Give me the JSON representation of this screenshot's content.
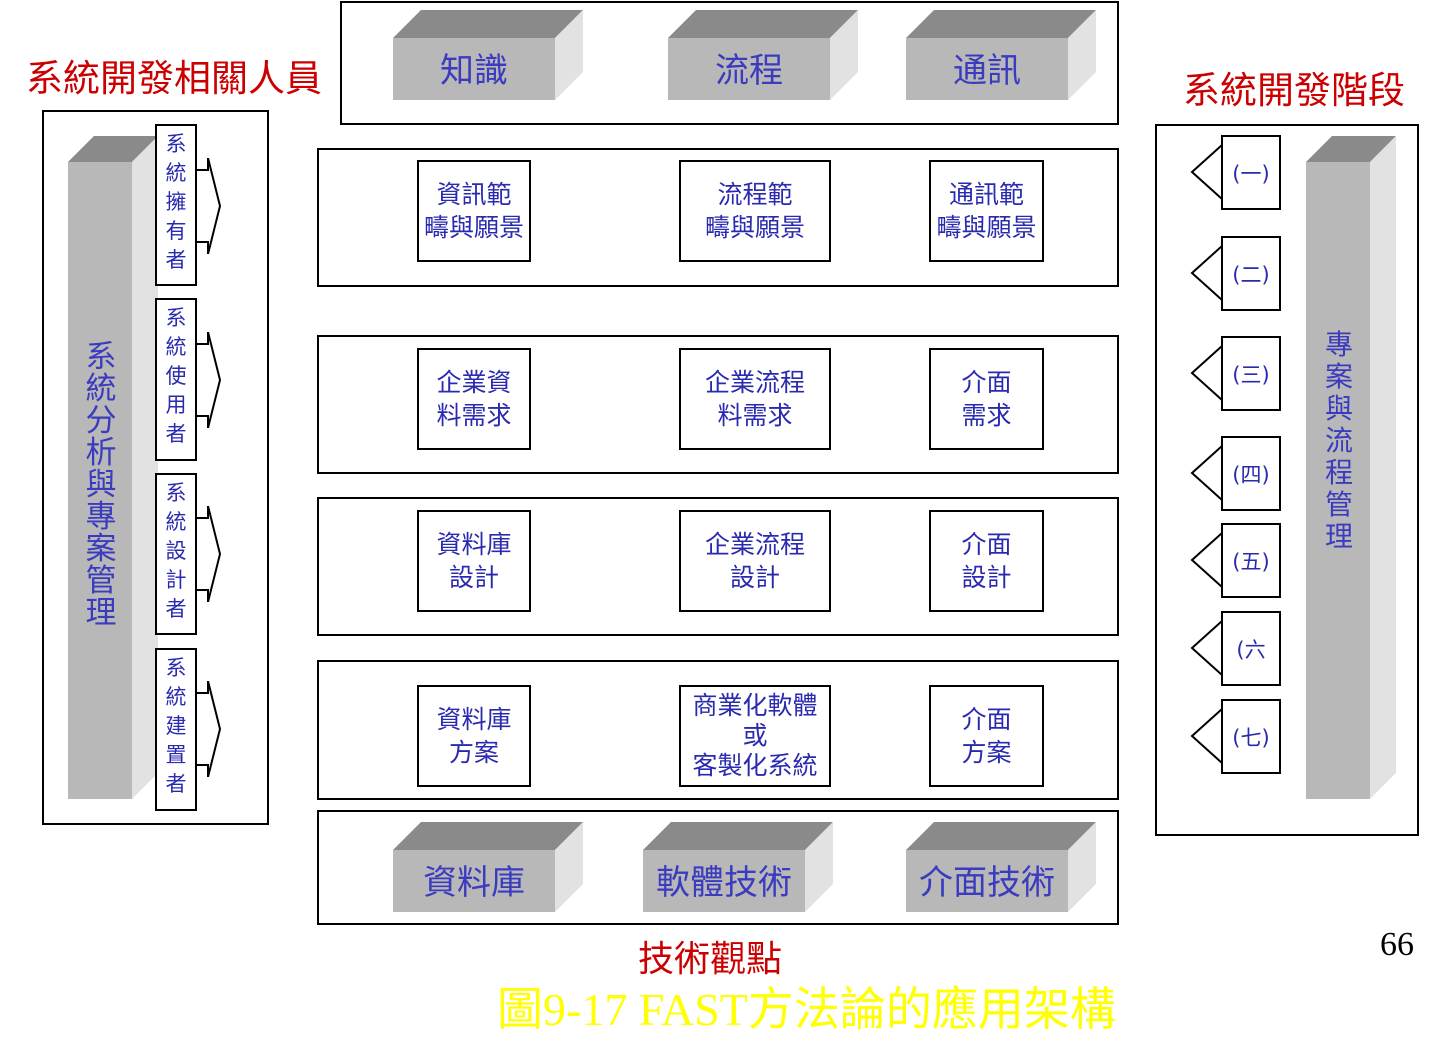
{
  "left_heading": "系統開發相關人員",
  "right_heading": "系統開發階段",
  "top_boxes": [
    "知識",
    "流程",
    "通訊"
  ],
  "rows": [
    [
      "資訊範\n疇與願景",
      "流程範\n疇與願景",
      "通訊範\n疇與願景"
    ],
    [
      "企業資\n料需求",
      "企業流程\n料需求",
      "介面\n需求"
    ],
    [
      "資料庫\n設計",
      "企業流程\n設計",
      "介面\n設計"
    ],
    [
      "資料庫\n方案",
      "商業化軟體\n或\n客製化系統",
      "介面\n方案"
    ]
  ],
  "bottom_boxes": [
    "資料庫",
    "軟體技術",
    "介面技術"
  ],
  "left_bar": "系統分析與專案管理",
  "roles": [
    "系統擁有者",
    "系統使用者",
    "系統設計者",
    "系統建置者"
  ],
  "right_bar": "專案與流程管理",
  "stages": [
    "(一)",
    "(二)",
    "(三)",
    "(四)",
    "(五)",
    "(六",
    "(七)"
  ],
  "bottom_caption": "技術觀點",
  "page_number": "66",
  "figure_title": "圖9-17 FAST方法論的應用架構",
  "colors": {
    "heading_red": "#cc0000",
    "label_blue": "#3b3bbf",
    "title_yellow": "#ffff00",
    "box_gray": "#b8b8b8"
  }
}
